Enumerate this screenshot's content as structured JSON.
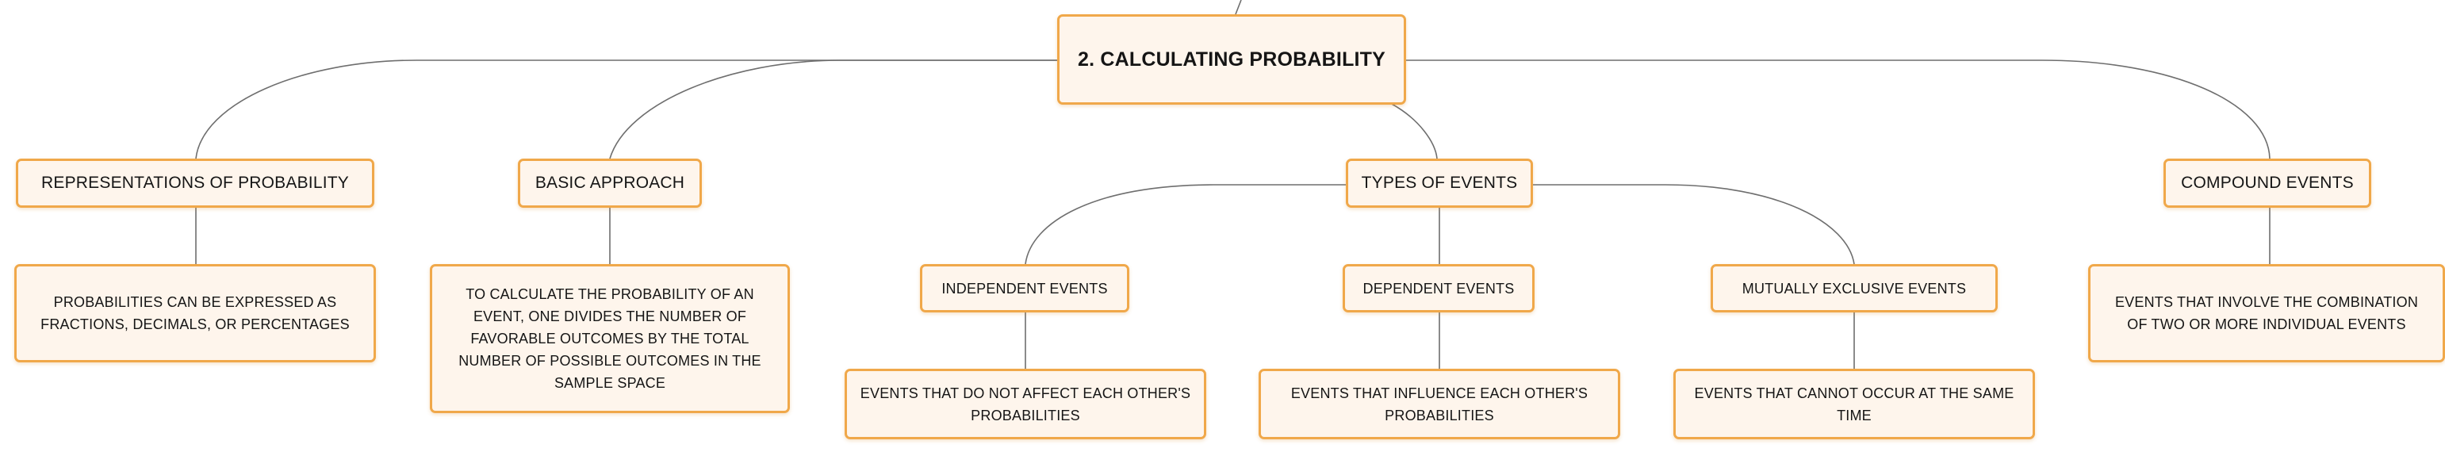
{
  "diagram": {
    "root": {
      "label": "2. CALCULATING PROBABILITY"
    },
    "branches": {
      "representations": {
        "label": "REPRESENTATIONS OF PROBABILITY",
        "detail": "PROBABILITIES CAN BE EXPRESSED AS FRACTIONS, DECIMALS, OR PERCENTAGES"
      },
      "basic_approach": {
        "label": "BASIC APPROACH",
        "detail": "TO CALCULATE THE PROBABILITY OF AN EVENT, ONE DIVIDES THE NUMBER OF FAVORABLE OUTCOMES BY THE TOTAL NUMBER OF POSSIBLE OUTCOMES IN THE SAMPLE SPACE"
      },
      "types_of_events": {
        "label": "TYPES OF EVENTS",
        "children": {
          "independent": {
            "label": "INDEPENDENT EVENTS",
            "detail": "EVENTS THAT DO NOT AFFECT EACH OTHER'S PROBABILITIES"
          },
          "dependent": {
            "label": "DEPENDENT EVENTS",
            "detail": "EVENTS THAT INFLUENCE EACH OTHER'S PROBABILITIES"
          },
          "mutually_exclusive": {
            "label": "MUTUALLY EXCLUSIVE EVENTS",
            "detail": "EVENTS THAT CANNOT OCCUR AT THE SAME TIME"
          }
        }
      },
      "compound_events": {
        "label": "COMPOUND EVENTS",
        "detail": "EVENTS THAT INVOLVE THE COMBINATION OF TWO OR MORE INDIVIDUAL EVENTS"
      }
    }
  },
  "colors": {
    "node_fill": "#fef5ec",
    "node_border": "#f0a84a",
    "connector": "#6e6e6e",
    "text": "#151515"
  }
}
